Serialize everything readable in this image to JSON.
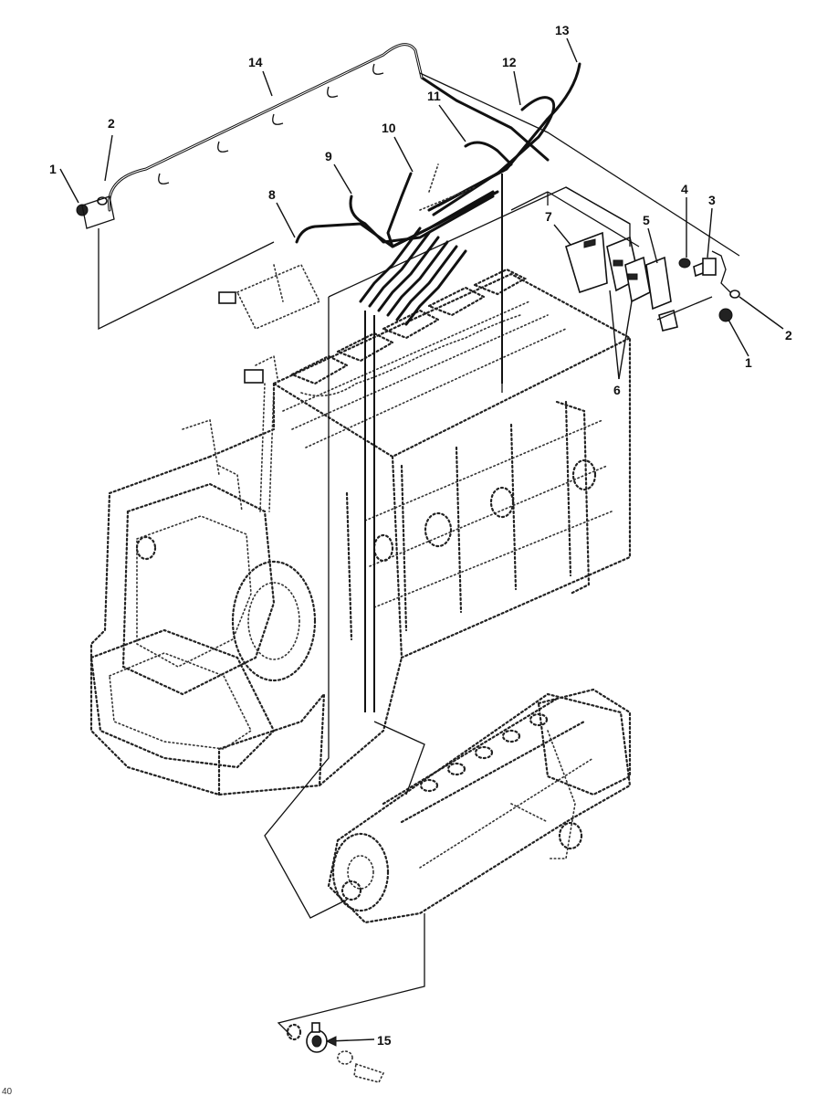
{
  "callouts": {
    "c1_left": "1",
    "c2_left": "2",
    "c14": "14",
    "c10": "10",
    "c9": "9",
    "c8": "8",
    "c11": "11",
    "c12": "12",
    "c13": "13",
    "c4": "4",
    "c3": "3",
    "c7": "7",
    "c5": "5",
    "c6": "6",
    "c2_right": "2",
    "c1_right": "1",
    "c15": "15"
  },
  "figure_number": "40",
  "colors": {
    "ink": "#111111",
    "paper": "#ffffff"
  }
}
